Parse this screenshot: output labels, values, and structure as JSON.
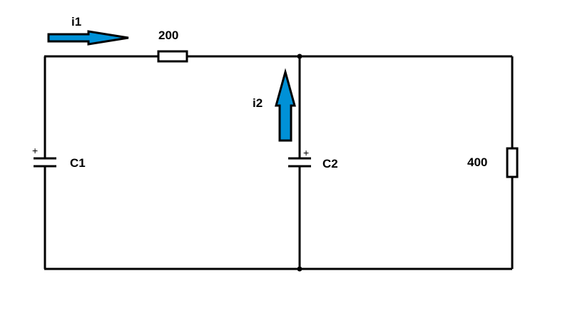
{
  "labels": {
    "i1": "i1",
    "i2": "i2",
    "r_top": "200",
    "r_right": "400",
    "c1": "C1",
    "c2": "C2",
    "c1_plus": "+",
    "c2_plus": "+"
  },
  "colors": {
    "wire": "#000000",
    "arrow_fill": "#0091d7",
    "background": "#ffffff"
  },
  "icons": {
    "i1_arrow": "arrow-right-icon",
    "i2_arrow": "arrow-up-icon"
  }
}
